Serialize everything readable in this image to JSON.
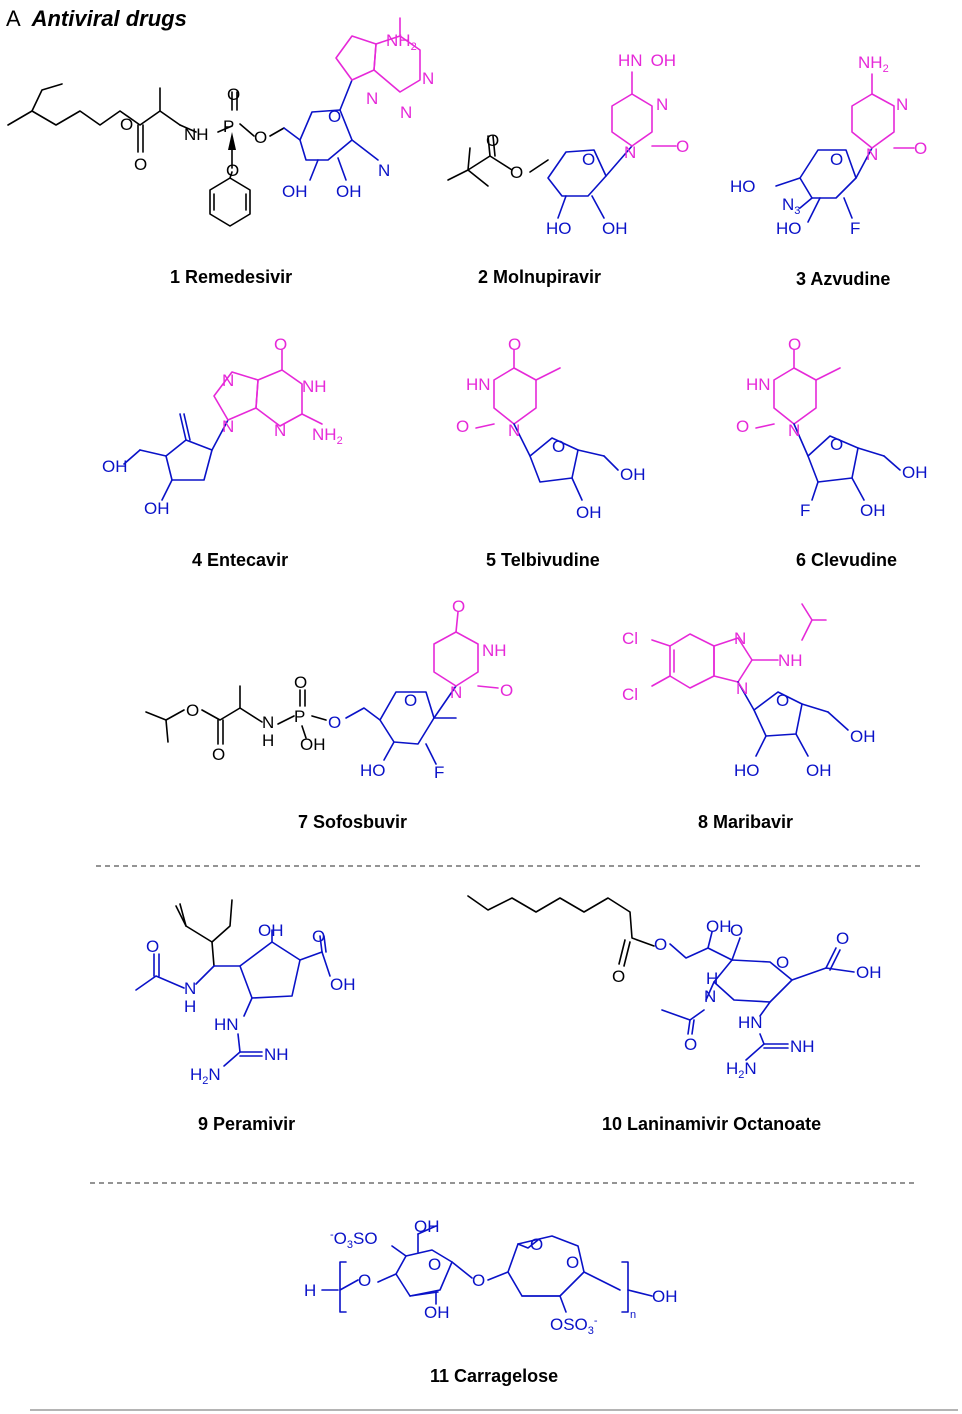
{
  "panel": {
    "letter": "A",
    "title": "Antiviral drugs"
  },
  "colors": {
    "scaffold": "#000000",
    "sugar": "#0a12c8",
    "base": "#e629d8"
  },
  "drugs": [
    {
      "number": "1",
      "name": "Remedesivir"
    },
    {
      "number": "2",
      "name": "Molnupiravir"
    },
    {
      "number": "3",
      "name": "Azvudine"
    },
    {
      "number": "4",
      "name": "Entecavir"
    },
    {
      "number": "5",
      "name": "Telbivudine"
    },
    {
      "number": "6",
      "name": "Clevudine"
    },
    {
      "number": "7",
      "name": "Sofosbuvir"
    },
    {
      "number": "8",
      "name": "Maribavir"
    },
    {
      "number": "9",
      "name": "Peramivir"
    },
    {
      "number": "10",
      "name": "Laninamivir Octanoate"
    },
    {
      "number": "11",
      "name": "Carragelose"
    }
  ],
  "atoms": {
    "nh": "NH",
    "n": "N",
    "o": "O",
    "p": "P",
    "oh": "OH",
    "ho": "HO",
    "h": "H",
    "f": "F",
    "cl": "Cl",
    "hn": "HN",
    "n3": "N",
    "sub3": "3",
    "nh2": "NH",
    "h2n": "H",
    "sub2": "2",
    "cn": "N",
    "hnoh": "HN",
    "so3": "O",
    "subn": "n",
    "minus": "-",
    "oso3": "OSO"
  }
}
